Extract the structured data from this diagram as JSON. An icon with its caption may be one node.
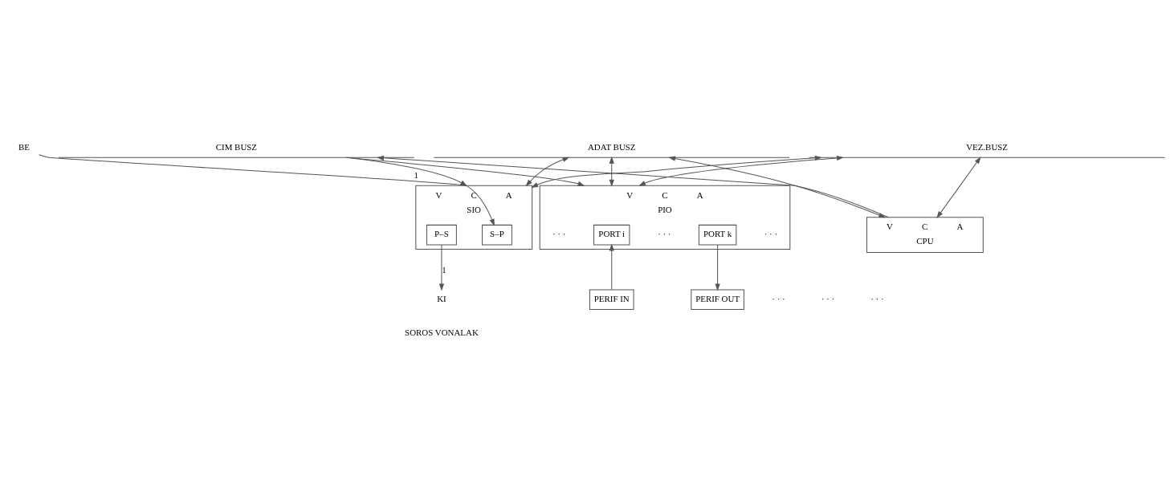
{
  "diagram": {
    "nodes": [
      {
        "text": [
          "CIM BUSZ"
        ]
      },
      {
        "text": [
          "ADAT BUSZ"
        ]
      },
      {
        "text": [
          "VEZ.BUSZ"
        ]
      },
      {
        "text": [
          "V",
          "C",
          "A",
          "CPU"
        ]
      },
      {
        "text": [
          "V",
          "C",
          "A",
          "PIO"
        ]
      },
      {
        "text": [
          "PORT i"
        ],
        "in": 4
      },
      {
        "text": [
          "PORT k"
        ],
        "in": 4
      },
      {
        "text": [
          "PERIF IN"
        ]
      },
      {
        "text": [
          "PERIF OUT"
        ]
      },
      {
        "text": [
          "V",
          "C",
          "A",
          "SIO"
        ]
      },
      {
        "text": [
          "S–P"
        ],
        "in": 9
      },
      {
        "text": [
          "P–S"
        ],
        "in": 9
      },
      {
        "text": [
          "BE"
        ]
      },
      {
        "text": [
          "KI"
        ]
      }
    ],
    "edges": [
      {
        "from": 2,
        "to": 3,
        "arrow": "both"
      },
      {
        "from": 3,
        "to": 0,
        "arrow": "to"
      },
      {
        "from": 1,
        "to": 3,
        "arrow": "both"
      },
      {
        "from": 2,
        "to": 4,
        "arrow": "both"
      },
      {
        "from": 0,
        "to": 4,
        "arrow": "to"
      },
      {
        "from": 1,
        "to": 4,
        "arrow": "both"
      },
      {
        "from": 2,
        "to": 9,
        "arrow": "both"
      },
      {
        "from": 0,
        "to": 9,
        "arrow": "to"
      },
      {
        "from": 1,
        "to": 9,
        "arrow": "both"
      },
      {
        "from": 7,
        "to": 5,
        "arrow": "to"
      },
      {
        "from": 6,
        "to": 8,
        "arrow": "to"
      },
      {
        "from": 12,
        "to": 10,
        "arrow": "to",
        "label": "1"
      },
      {
        "from": 11,
        "to": 13,
        "arrow": "to",
        "label": "1"
      }
    ],
    "labels": [
      "· · ·",
      "· · ·",
      "· · ·",
      "· · ·",
      "· · ·",
      "· · ·",
      "SOROS VONALAK"
    ]
  }
}
